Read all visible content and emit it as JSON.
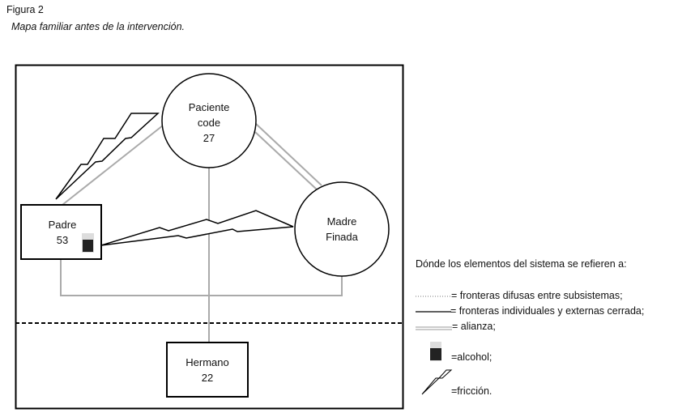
{
  "figure_label": "Figura 2",
  "caption": "Mapa familiar antes de la intervención.",
  "nodes": {
    "paciente": {
      "line1": "Paciente",
      "line2": "code",
      "age": "27"
    },
    "madre": {
      "line1": "Madre",
      "line2": "Finada"
    },
    "padre": {
      "name": "Padre",
      "age": "53"
    },
    "hermano": {
      "name": "Hermano",
      "age": "22"
    }
  },
  "legend": {
    "title": "Dónde los elementos del sistema se refieren a:",
    "items": [
      "= fronteras difusas entre subsistemas;",
      "= fronteras individuales y externas cerrada;",
      "= alianza;",
      "=alcohol;",
      "=fricción."
    ]
  },
  "colors": {
    "line": "#000000",
    "relation": "#a8a8a8"
  }
}
